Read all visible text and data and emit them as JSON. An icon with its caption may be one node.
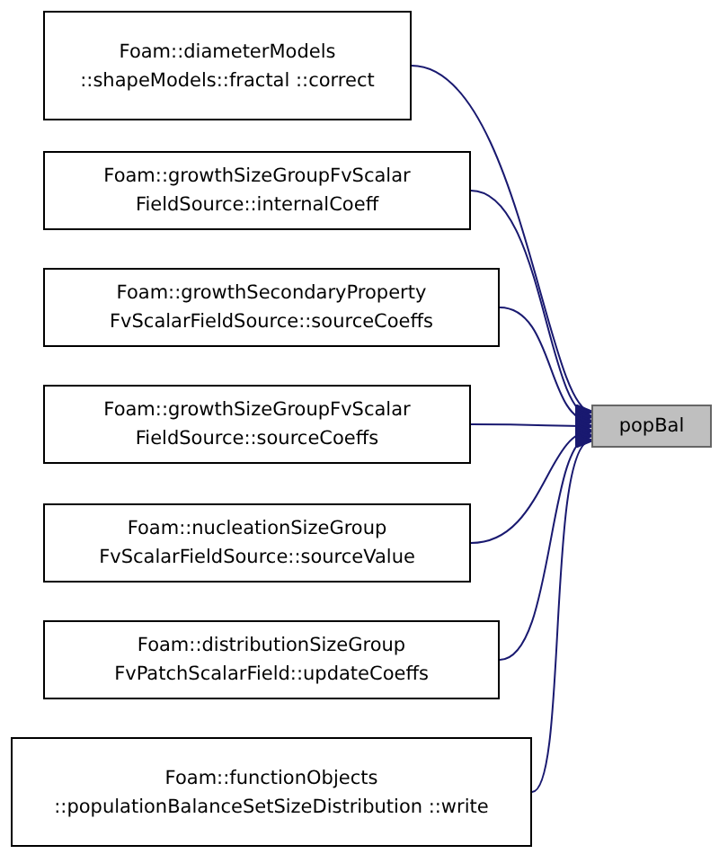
{
  "diagram": {
    "nodes": [
      {
        "text": [
          "Foam::diameterModels ::shapeModels::fractal ::correct"
        ]
      },
      {
        "text": [
          "Foam::growthSizeGroupFvScalar FieldSource::internalCoeff"
        ]
      },
      {
        "text": [
          "Foam::growthSecondaryProperty FvScalarFieldSource::sourceCoeffs"
        ]
      },
      {
        "text": [
          "Foam::growthSizeGroupFvScalar FieldSource::sourceCoeffs"
        ]
      },
      {
        "text": [
          "Foam::nucleationSizeGroup FvScalarFieldSource::sourceValue"
        ]
      },
      {
        "text": [
          "Foam::distributionSizeGroup FvPatchScalarField::updateCoeffs"
        ]
      },
      {
        "text": [
          "Foam::functionObjects ::populationBalanceSetSizeDistribution ::write"
        ]
      },
      {
        "text": [
          "popBal"
        ]
      }
    ],
    "edges": [
      {
        "from": 0,
        "to": 7,
        "arrow": "to"
      },
      {
        "from": 1,
        "to": 7,
        "arrow": "to"
      },
      {
        "from": 2,
        "to": 7,
        "arrow": "to"
      },
      {
        "from": 3,
        "to": 7,
        "arrow": "to"
      },
      {
        "from": 4,
        "to": 7,
        "arrow": "to"
      },
      {
        "from": 5,
        "to": 7,
        "arrow": "to"
      },
      {
        "from": 6,
        "to": 7,
        "arrow": "to"
      }
    ]
  }
}
